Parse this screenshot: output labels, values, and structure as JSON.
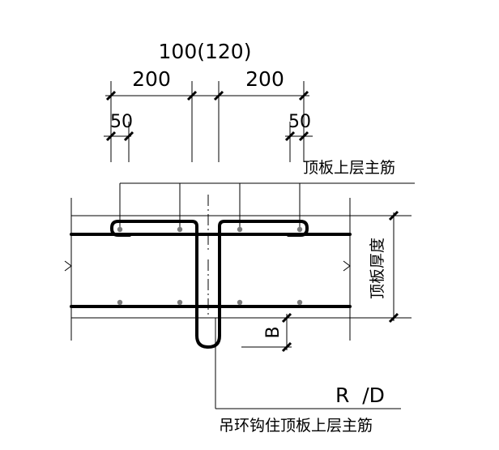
{
  "dimensions": {
    "total": "100(120)",
    "left_span": "200",
    "right_span": "200",
    "left_hook": "50",
    "right_hook": "50",
    "gap": "B",
    "bend": "R  /D"
  },
  "labels": {
    "top_rebar": "顶板上层主筋",
    "slab_thickness": "顶板厚度",
    "hanging_ring": "吊环钩住顶板上层主筋"
  },
  "colors": {
    "line": "#000000",
    "rebar_dot": "#7a7a7a"
  }
}
